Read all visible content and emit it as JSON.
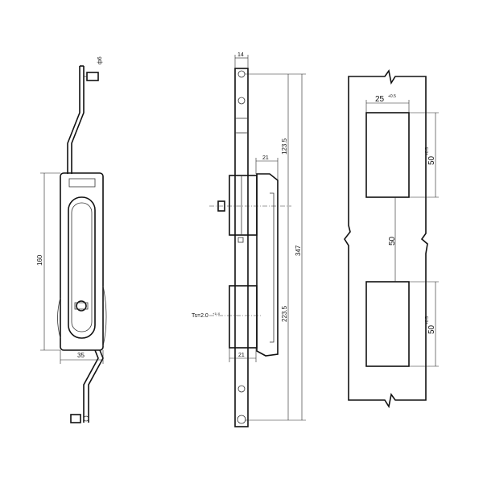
{
  "front_view": {
    "dim_bolt_diameter": "ф6",
    "dim_height": "160",
    "dim_width": "35"
  },
  "side_view": {
    "dim_bar_width": "14",
    "dim_upper": "123.5",
    "dim_cover_depth": "21",
    "dim_total": "347",
    "dim_lower": "223.5",
    "dim_thickness": "Ts=2.0",
    "dim_thickness_tol": "+1/-0",
    "dim_base_depth": "21"
  },
  "cutout_view": {
    "dim_cut_width": "25",
    "dim_cut_width_tol": "+0.5",
    "dim_cut_height_upper": "50",
    "dim_cut_height_upper_tol": "+0.5",
    "dim_spacing": "50",
    "dim_cut_height_lower": "50",
    "dim_cut_height_lower_tol": "+0.5"
  }
}
